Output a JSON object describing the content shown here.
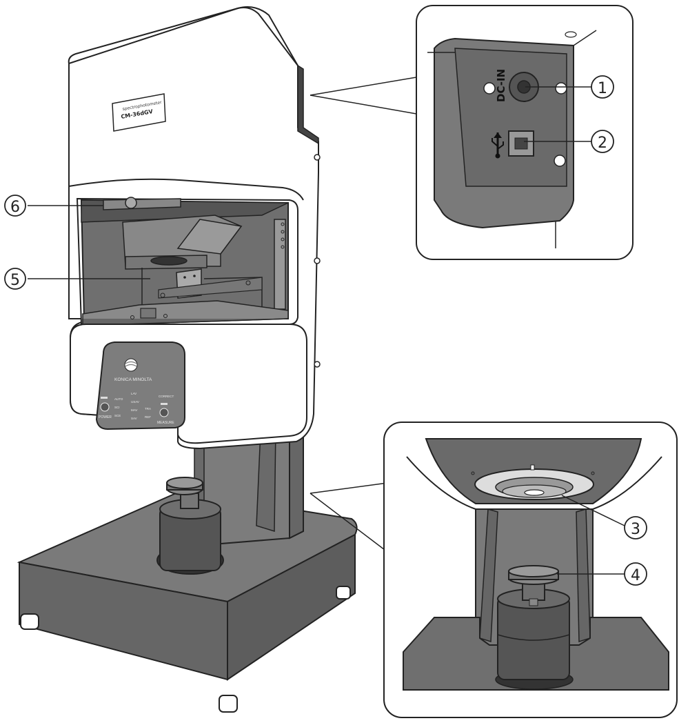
{
  "device": {
    "label_line1": "spectrophotometer",
    "label_line2": "CM-36dGV",
    "brand": "KONICA MINOLTA"
  },
  "panel": {
    "power": "POWER",
    "measure": "MEASURE",
    "correct": "CORRECT",
    "auto": "AUTO",
    "sci": "SCI",
    "sce": "SCE",
    "lav": "LAV",
    "mav": "MAV",
    "sav": "SAV",
    "usav": "USAV",
    "tra": "TRA",
    "ref": "REF"
  },
  "ports": {
    "dc_in": "DC-IN"
  },
  "callouts": [
    {
      "id": "1",
      "text": "①"
    },
    {
      "id": "2",
      "text": "②"
    },
    {
      "id": "3",
      "text": "③"
    },
    {
      "id": "4",
      "text": "④"
    },
    {
      "id": "5",
      "text": "⑤"
    },
    {
      "id": "6",
      "text": "⑥"
    }
  ],
  "colors": {
    "body_white": "#ffffff",
    "dark_gray": "#6b6b6b",
    "mid_gray": "#8a8a8a",
    "light_gray": "#a8a8a8",
    "outline": "#222222"
  }
}
